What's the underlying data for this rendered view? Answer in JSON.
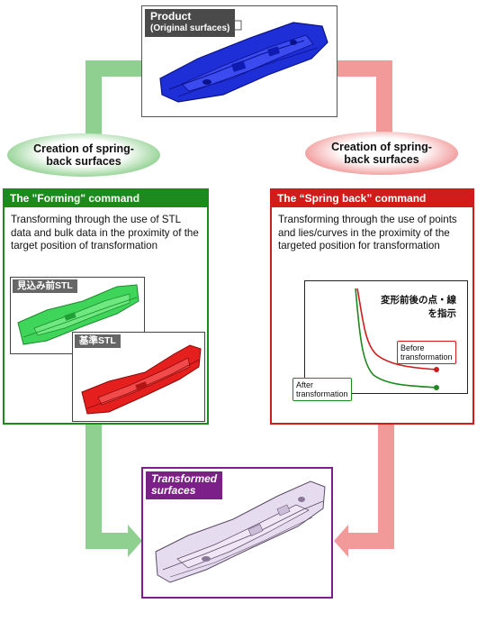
{
  "product": {
    "title": "Product",
    "subtitle": "(Original surfaces)"
  },
  "left_branch": {
    "ellipse_label": "Creation of spring-back surfaces",
    "panel_title": "The \"Forming\" command",
    "description": "Transforming through the use of STL data and bulk data in the proximity of the target position of transformation",
    "stl_green_label": "見込み前STL",
    "stl_red_label": "基準STL"
  },
  "right_branch": {
    "ellipse_label": "Creation of spring-back surfaces",
    "panel_title": "The “Spring back” command",
    "description": "Transforming through the use of points and lies/curves in the proximity of the targeted position for transformation",
    "graph_note_line1": "変形前後の点・線",
    "graph_note_line2": "を指示",
    "before_label_1": "Before",
    "before_label_2": "transformation",
    "after_label_1": "After",
    "after_label_2": "transformation"
  },
  "result": {
    "title_line1": "Transformed",
    "title_line2": "surfaces"
  },
  "colors": {
    "green": "#1c8a1c",
    "red": "#d21c1c",
    "purple": "#7d1f88",
    "arrow_green": "#8fcf8f",
    "arrow_red": "#f29a9a",
    "part_blue": "#1f2fd8",
    "part_green": "#3fd45a",
    "part_red": "#e51e1e",
    "part_lavender": "#e6dcef"
  }
}
